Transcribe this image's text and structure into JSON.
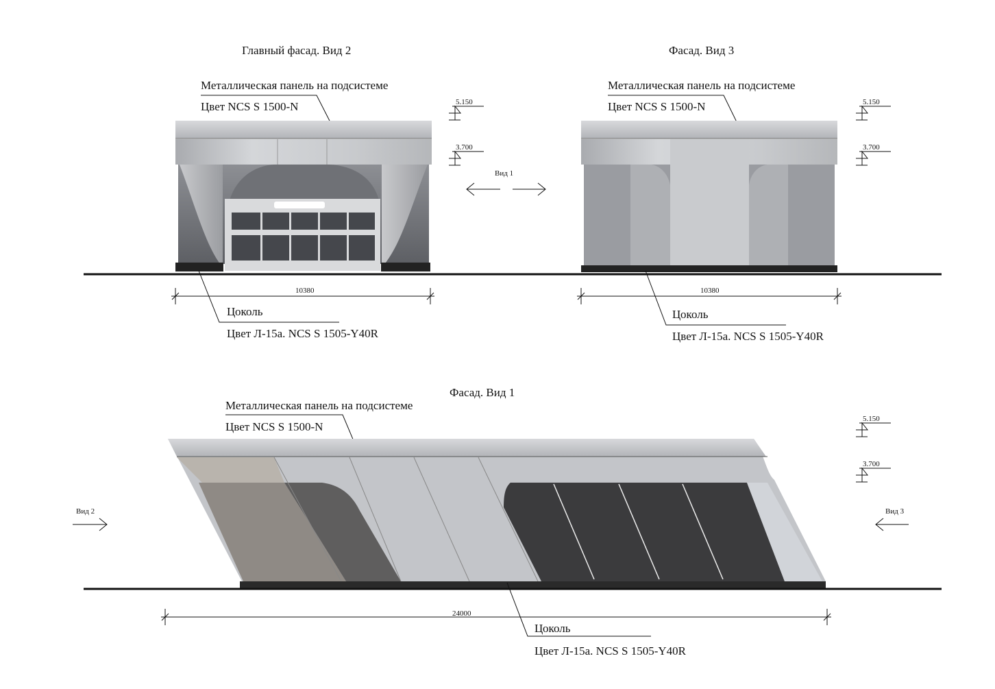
{
  "views": {
    "main": {
      "title": "Главный фасад. Вид 2",
      "panel_label": "Металлическая панель на подсистеме",
      "panel_color": "Цвет NCS S 1500-N",
      "plinth_label": "Цоколь",
      "plinth_color": "Цвет Л-15а. NCS S 1505-Y40R",
      "dimension": "10380",
      "level_top": "5.150",
      "level_mid": "3.700"
    },
    "view3": {
      "title": "Фасад. Вид 3",
      "panel_label": "Металлическая панель на подсистеме",
      "panel_color": "Цвет NCS S 1500-N",
      "plinth_label": "Цоколь",
      "plinth_color": "Цвет Л-15а. NCS S 1505-Y40R",
      "dimension": "10380",
      "level_top": "5.150",
      "level_mid": "3.700"
    },
    "view1": {
      "title": "Фасад. Вид 1",
      "panel_label": "Металлическая панель на подсистеме",
      "panel_color": "Цвет NCS S 1500-N",
      "plinth_label": "Цоколь",
      "plinth_color": "Цвет Л-15а. NCS S 1505-Y40R",
      "dimension": "24000",
      "level_top": "5.150",
      "level_mid": "3.700"
    }
  },
  "arrows": {
    "view1_label": "Вид 1",
    "view2_label": "Вид 2",
    "view3_label": "Вид 3"
  },
  "colors": {
    "metal": "#c4c6ca",
    "glass": "#3a3b3e",
    "plinth": "#2a2a2a"
  }
}
